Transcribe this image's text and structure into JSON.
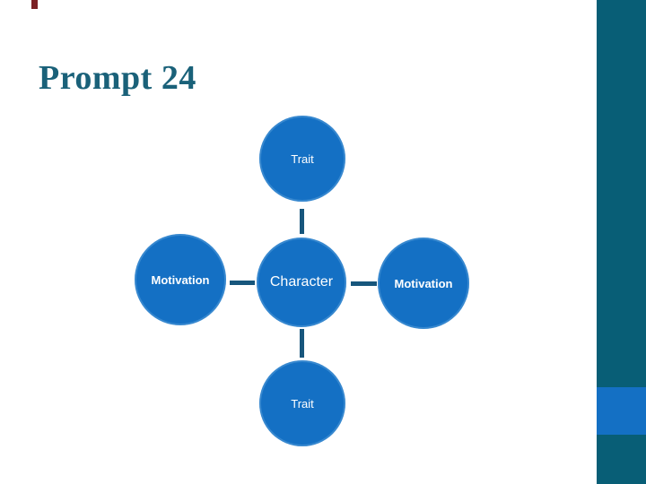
{
  "slide": {
    "title": "Prompt 24",
    "title_color": "#1a6179",
    "background_color": "#ffffff"
  },
  "diagram": {
    "type": "radial-cycle",
    "center": {
      "label": "Character"
    },
    "nodes": [
      {
        "position": "top",
        "label": "Trait"
      },
      {
        "position": "left",
        "label": "Motivation"
      },
      {
        "position": "right",
        "label": "Motivation"
      },
      {
        "position": "bottom",
        "label": "Trait"
      }
    ],
    "node_fill_color": "#1470c4",
    "node_text_color": "#ffffff",
    "connector_color": "#17567c"
  },
  "side_band": {
    "bar_color": "#085e76",
    "accent_color": "#1470c4"
  },
  "decorations": {
    "top_left_marker_color": "#7b2125"
  }
}
